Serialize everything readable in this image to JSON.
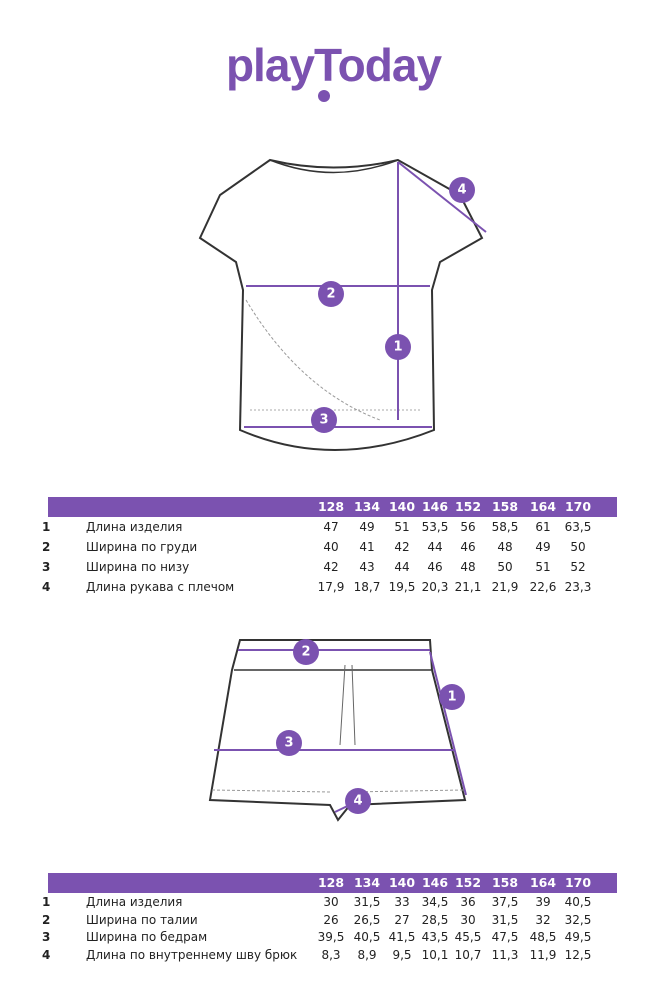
{
  "brand": {
    "logo": "playToday",
    "color": "#7b52b0"
  },
  "sizes": [
    "128",
    "134",
    "140",
    "146",
    "152",
    "158",
    "164",
    "170"
  ],
  "tshirt": {
    "markers": [
      "1",
      "2",
      "3",
      "4"
    ],
    "rows": [
      {
        "num": "1",
        "label": "Длина изделия",
        "values": [
          "47",
          "49",
          "51",
          "53,5",
          "56",
          "58,5",
          "61",
          "63,5"
        ]
      },
      {
        "num": "2",
        "label": "Ширина по груди",
        "values": [
          "40",
          "41",
          "42",
          "44",
          "46",
          "48",
          "49",
          "50"
        ]
      },
      {
        "num": "3",
        "label": "Ширина по низу",
        "values": [
          "42",
          "43",
          "44",
          "46",
          "48",
          "50",
          "51",
          "52"
        ]
      },
      {
        "num": "4",
        "label": "Длина рукава с плечом",
        "values": [
          "17,9",
          "18,7",
          "19,5",
          "20,3",
          "21,1",
          "21,9",
          "22,6",
          "23,3"
        ]
      }
    ]
  },
  "shorts": {
    "markers": [
      "1",
      "2",
      "3",
      "4"
    ],
    "rows": [
      {
        "num": "1",
        "label": "Длина изделия",
        "values": [
          "30",
          "31,5",
          "33",
          "34,5",
          "36",
          "37,5",
          "39",
          "40,5"
        ]
      },
      {
        "num": "2",
        "label": "Ширина по талии",
        "values": [
          "26",
          "26,5",
          "27",
          "28,5",
          "30",
          "31,5",
          "32",
          "32,5"
        ]
      },
      {
        "num": "3",
        "label": "Ширина по бедрам",
        "values": [
          "39,5",
          "40,5",
          "41,5",
          "43,5",
          "45,5",
          "47,5",
          "48,5",
          "49,5"
        ]
      },
      {
        "num": "4",
        "label": "Длина по внутреннему шву брюк",
        "values": [
          "8,3",
          "8,9",
          "9,5",
          "10,1",
          "10,7",
          "11,3",
          "11,9",
          "12,5"
        ]
      }
    ]
  }
}
